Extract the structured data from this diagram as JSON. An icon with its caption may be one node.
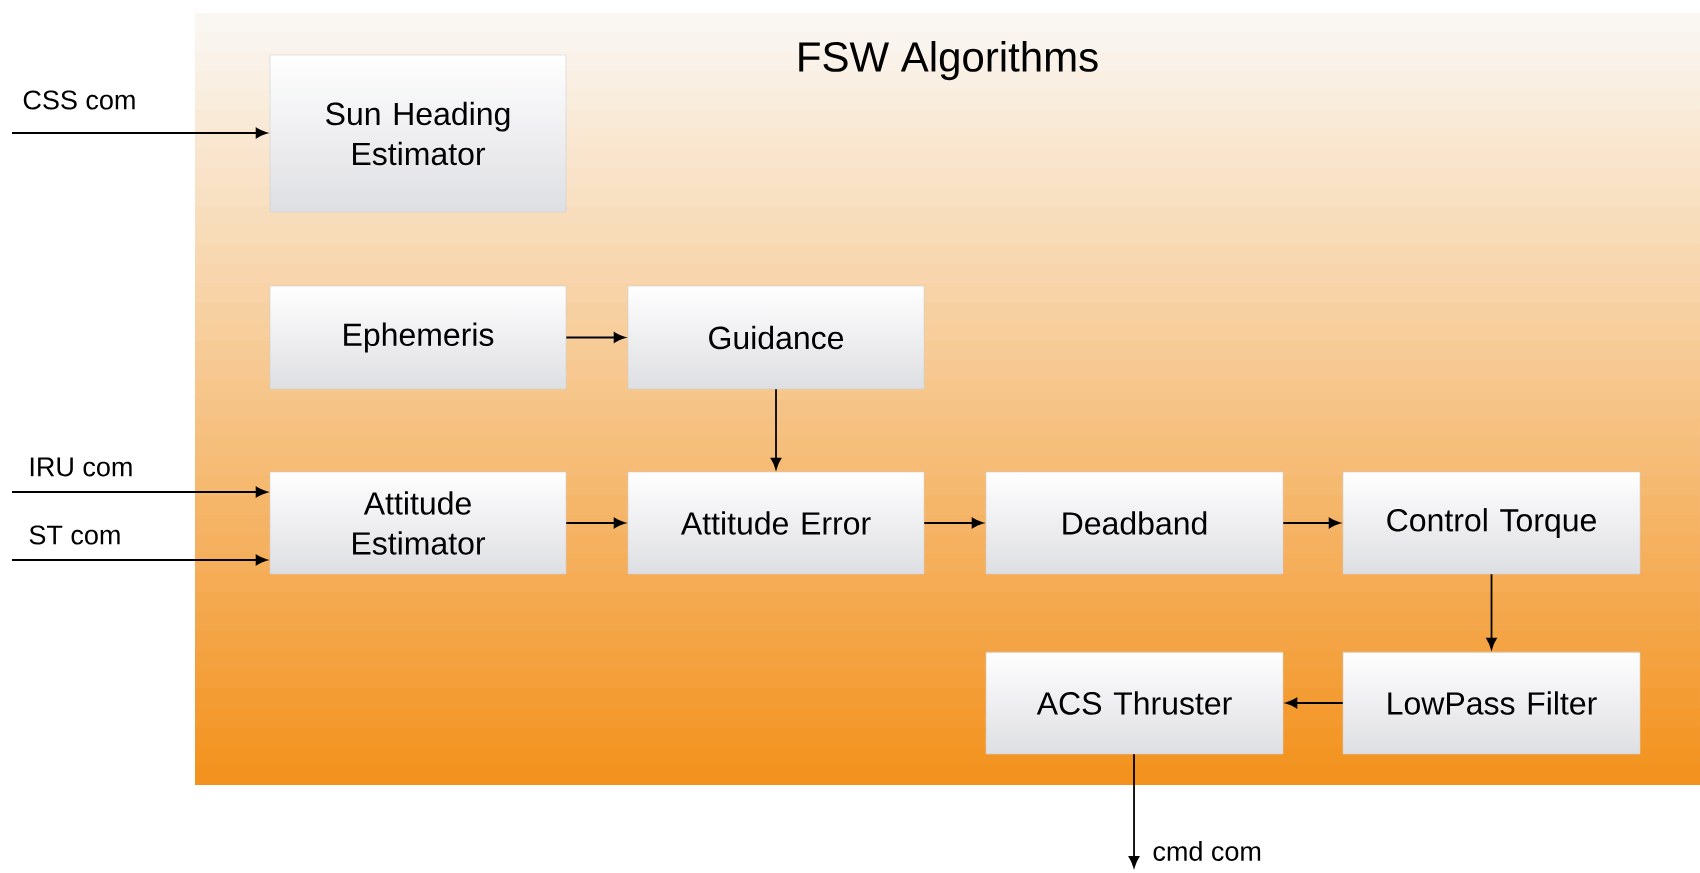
{
  "diagram": {
    "nodes": [
      {
        "text": [
          "FSW Algorithms"
        ]
      },
      {
        "text": [
          "Sun Heading Estimator"
        ],
        "in": 0
      },
      {
        "text": [
          "Ephemeris"
        ],
        "in": 0
      },
      {
        "text": [
          "Guidance"
        ],
        "in": 0
      },
      {
        "text": [
          "Attitude Estimator"
        ],
        "in": 0
      },
      {
        "text": [
          "Attitude Error"
        ],
        "in": 0
      },
      {
        "text": [
          "Deadband"
        ],
        "in": 0
      },
      {
        "text": [
          "Control Torque"
        ],
        "in": 0
      },
      {
        "text": [
          "ACS Thruster"
        ],
        "in": 0
      },
      {
        "text": [
          "LowPass Filter"
        ],
        "in": 0
      }
    ],
    "edges": [
      {
        "from": null,
        "to": 1,
        "arrow": "to",
        "label": "CSS com"
      },
      {
        "from": 2,
        "to": 3,
        "arrow": "to"
      },
      {
        "from": 3,
        "to": 5,
        "arrow": "to"
      },
      {
        "from": null,
        "to": 4,
        "arrow": "to",
        "label": "IRU com"
      },
      {
        "from": null,
        "to": 4,
        "arrow": "to",
        "label": "ST com"
      },
      {
        "from": 4,
        "to": 5,
        "arrow": "to"
      },
      {
        "from": 5,
        "to": 6,
        "arrow": "to"
      },
      {
        "from": 6,
        "to": 7,
        "arrow": "to"
      },
      {
        "from": 7,
        "to": 9,
        "arrow": "to"
      },
      {
        "from": 9,
        "to": 8,
        "arrow": "to"
      },
      {
        "from": 8,
        "to": null,
        "arrow": "to",
        "label": "cmd com"
      }
    ]
  }
}
